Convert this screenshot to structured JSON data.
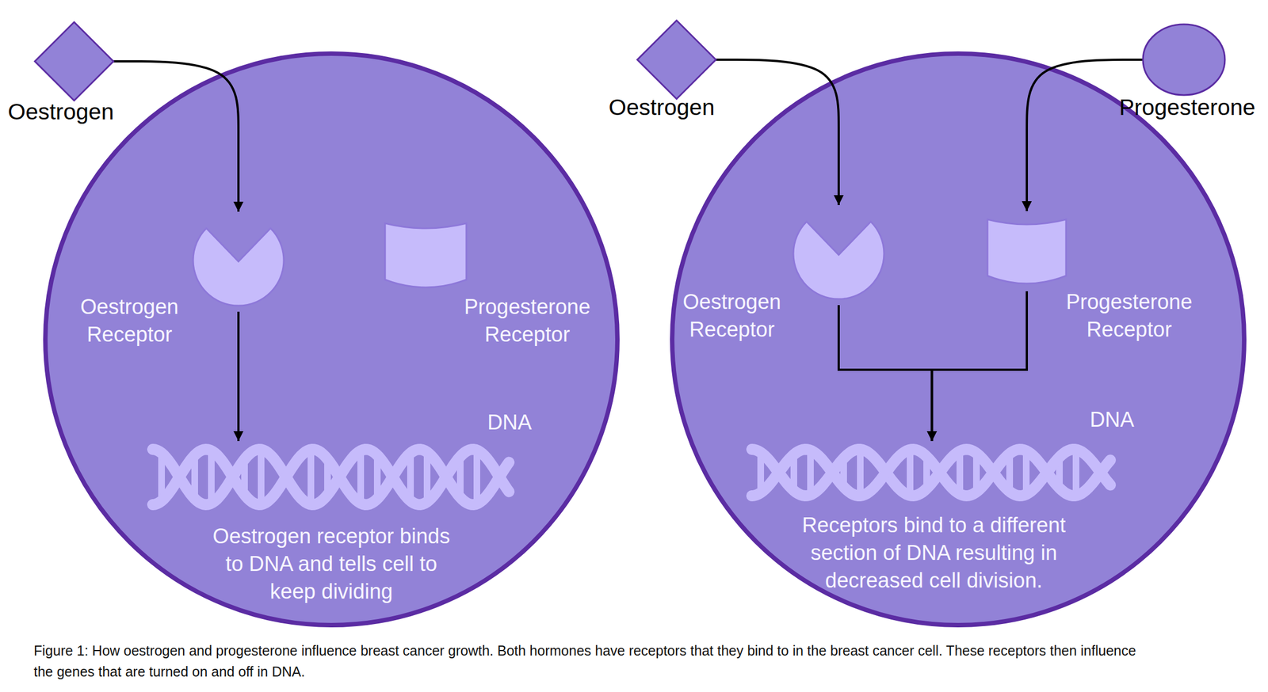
{
  "diagram": {
    "caption": "Figure 1: How oestrogen and progesterone influence breast cancer growth. Both hormones have receptors that they bind to in the breast cancer cell. These receptors then influence the genes that are turned on and off in DNA.",
    "nodes": [
      {
        "text": [
          "Oestrogen"
        ]
      },
      {
        "text": [
          "Oestrogen Receptor"
        ]
      },
      {
        "text": [
          "Progesterone Receptor"
        ]
      },
      {
        "text": [
          "DNA",
          "Oestrogen receptor binds to DNA and tells cell to keep dividing"
        ]
      },
      {
        "text": [
          "Oestrogen"
        ]
      },
      {
        "text": [
          "Progesterone"
        ]
      },
      {
        "text": [
          "Oestrogen Receptor"
        ]
      },
      {
        "text": [
          "Progesterone Receptor"
        ]
      },
      {
        "text": [
          "DNA",
          "Receptors bind to a different section of DNA resulting in decreased cell division."
        ]
      }
    ],
    "edges": [
      {
        "from": 0,
        "to": 1,
        "arrow": "to"
      },
      {
        "from": 1,
        "to": 3,
        "arrow": "to"
      },
      {
        "from": 4,
        "to": 6,
        "arrow": "to"
      },
      {
        "from": 5,
        "to": 7,
        "arrow": "to"
      },
      {
        "from": 6,
        "to": 8,
        "arrow": "to"
      },
      {
        "from": 7,
        "to": 8,
        "arrow": "to"
      }
    ]
  }
}
